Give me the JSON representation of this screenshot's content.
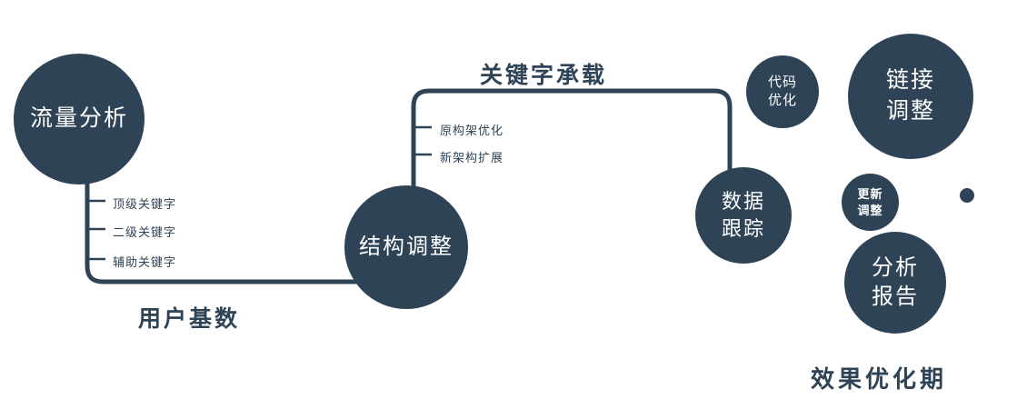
{
  "palette": {
    "dark": "#2e4355",
    "text_on_dark": "#ffffff"
  },
  "nodes": {
    "traffic": {
      "label": "流量分析"
    },
    "structure": {
      "label": "结构调整"
    },
    "tracking": {
      "label": "数据\n跟踪"
    },
    "code": {
      "label": "代码\n优化"
    },
    "link": {
      "label": "链接\n调整"
    },
    "update": {
      "label": "更新\n调整"
    },
    "report": {
      "label": "分析\n报告"
    }
  },
  "edges": {
    "keyword_carry": {
      "label": "关键字承载"
    },
    "user_base": {
      "label": "用户基数"
    }
  },
  "branches": {
    "top_keywords": "顶级关键字",
    "secondary_keywords": "二级关键字",
    "auxiliary_keywords": "辅助关键字",
    "original_arch": "原构架优化",
    "new_arch": "新架构扩展"
  },
  "caption": "效果优化期"
}
